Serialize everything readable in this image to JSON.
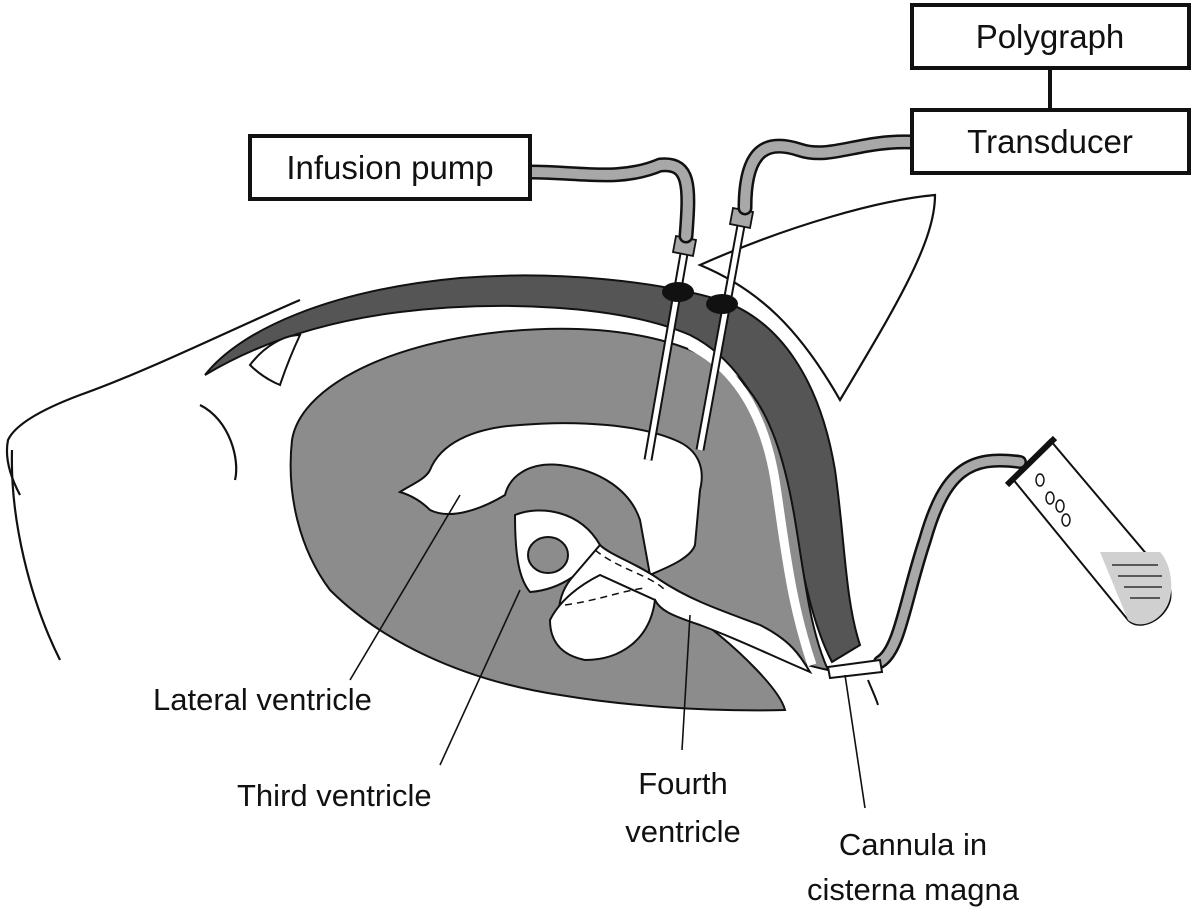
{
  "boxes": {
    "polygraph": "Polygraph",
    "transducer": "Transducer",
    "infusion_pump": "Infusion pump"
  },
  "labels": {
    "lateral_ventricle": "Lateral ventricle",
    "third_ventricle": "Third ventricle",
    "fourth_ventricle_line1": "Fourth",
    "fourth_ventricle_line2": "ventricle",
    "cannula_line1": "Cannula in",
    "cannula_line2": "cisterna magna"
  },
  "colors": {
    "brain_gray": "#8c8c8c",
    "skull_dark": "#555555",
    "tube_gray": "#a8a8a8",
    "ventricle_white": "#ffffff",
    "outline": "#111111"
  }
}
